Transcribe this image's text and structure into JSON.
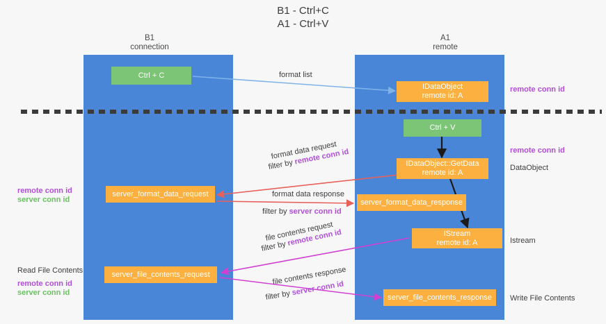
{
  "title": {
    "line1": "B1 - Ctrl+C",
    "line2": "A1 - Ctrl+V"
  },
  "columns": [
    {
      "name": "B1",
      "role": "connection"
    },
    {
      "name": "A1",
      "role": "remote"
    }
  ],
  "boxes": {
    "ctrl_c": {
      "label": "Ctrl + C"
    },
    "ctrl_v": {
      "label": "Ctrl + V"
    },
    "idataobject": {
      "line1": "IDataObject",
      "line2": "remote id: A"
    },
    "idataobject_getdata": {
      "line1": "IDataObject::GetData",
      "line2": "remote id: A"
    },
    "istream": {
      "line1": "IStream",
      "line2": "remote id: A"
    },
    "server_format_data_request": {
      "label": "server_format_data_request"
    },
    "server_format_data_response": {
      "label": "server_format_data_response"
    },
    "server_file_contents_request": {
      "label": "server_file_contents_request"
    },
    "server_file_contents_response": {
      "label": "server_file_contents_response"
    }
  },
  "edges": {
    "format_list": {
      "label": "format list"
    },
    "format_data_request": {
      "label": "format data request",
      "filter_prefix": "filter by ",
      "filter_key": "remote conn id"
    },
    "format_data_response": {
      "label": "format data response",
      "filter_prefix": "filter by ",
      "filter_key": "server conn id"
    },
    "file_contents_request": {
      "label": "file contents request",
      "filter_prefix": "filter by ",
      "filter_key": "remote conn id"
    },
    "file_contents_response": {
      "label": "file contents response",
      "filter_prefix": "filter by ",
      "filter_key": "server conn id"
    }
  },
  "annotations": {
    "right_top_remote_conn_id": "remote conn id",
    "right_mid_remote_conn_id": "remote conn id",
    "right_dataobject": "DataObject",
    "right_istream": "Istream",
    "right_write_file_contents": "Write File Contents",
    "left_remote_conn_id": "remote conn id",
    "left_server_conn_id": "server conn id",
    "left_read_file_contents": "Read File Contents",
    "left_remote_conn_id_2": "remote conn id",
    "left_server_conn_id_2": "server conn id"
  },
  "colors": {
    "lane": "#4a86d8",
    "green_box": "#7cc576",
    "orange_box": "#fbb040",
    "purple": "#b14fd8",
    "green_text": "#6cbf63",
    "red_arrow": "#e8605a",
    "magenta_arrow": "#d13fd1",
    "blue_arrow": "#7fb3e8",
    "black_arrow": "#1a1a1a",
    "background": "#f7f7f7"
  }
}
